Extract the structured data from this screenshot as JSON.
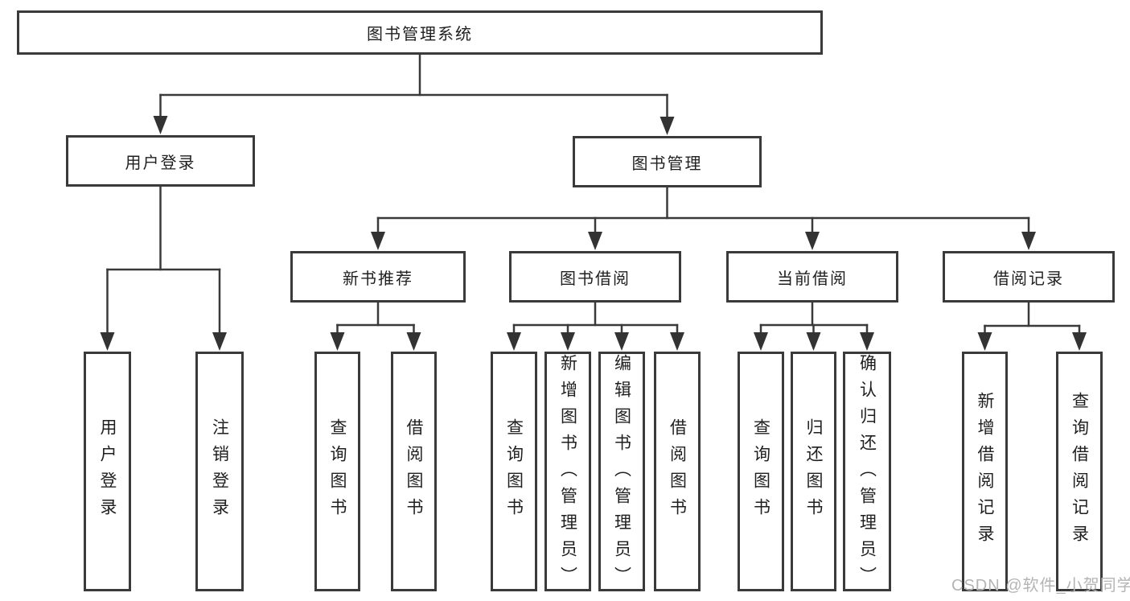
{
  "diagram": {
    "title": "图书管理系统",
    "type": "hierarchy-tree",
    "watermark": "CSDN @软件_小贺同学",
    "colors": {
      "line": "#3a3a3a",
      "box_border": "#3a3a3a",
      "box_fill": "#ffffff",
      "text": "#1f1f1f",
      "watermark": "#b4b4b4"
    },
    "tree": {
      "label": "图书管理系统",
      "children": [
        {
          "label": "用户登录",
          "children": [
            {
              "label": "用户登录"
            },
            {
              "label": "注销登录"
            }
          ]
        },
        {
          "label": "图书管理",
          "children": [
            {
              "label": "新书推荐",
              "children": [
                {
                  "label": "查询图书"
                },
                {
                  "label": "借阅图书"
                }
              ]
            },
            {
              "label": "图书借阅",
              "children": [
                {
                  "label": "查询图书"
                },
                {
                  "label": "新增图书（管理员）"
                },
                {
                  "label": "编辑图书（管理员）"
                },
                {
                  "label": "借阅图书"
                }
              ]
            },
            {
              "label": "当前借阅",
              "children": [
                {
                  "label": "查询图书"
                },
                {
                  "label": "归还图书"
                },
                {
                  "label": "确认归还（管理员）"
                }
              ]
            },
            {
              "label": "借阅记录",
              "children": [
                {
                  "label": "新增借阅记录"
                },
                {
                  "label": "查询借阅记录"
                }
              ]
            }
          ]
        }
      ]
    }
  }
}
